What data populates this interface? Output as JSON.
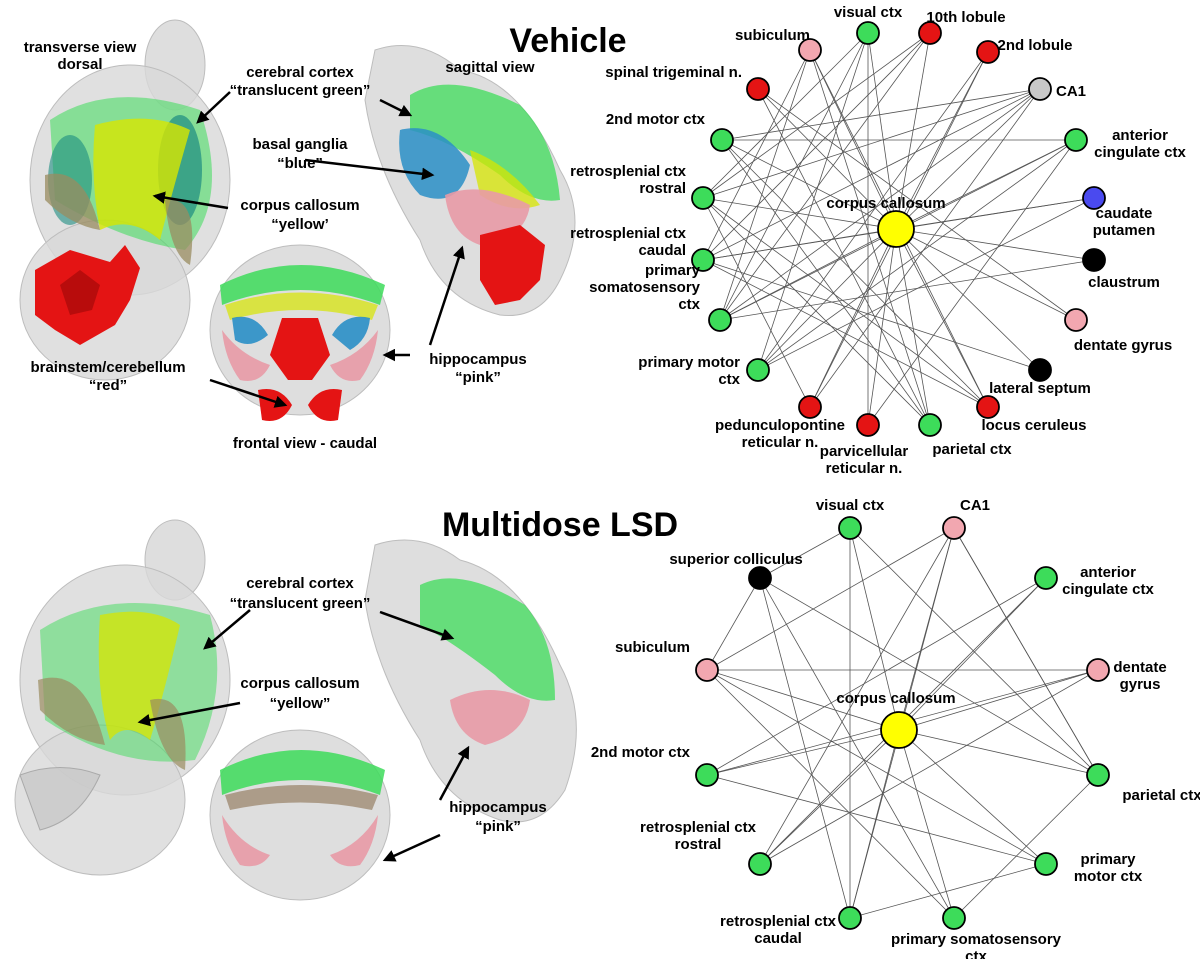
{
  "colors": {
    "cortex": "#3ddc5a",
    "corpus": "#ffff00",
    "hippocampus": "#f2a7b0",
    "brainstem": "#e41414",
    "basal": "#4a4aef",
    "grey": "#c8c8c8",
    "black": "#000000"
  },
  "vehicle": {
    "title": "Vehicle",
    "views": {
      "transverse_line1": "transverse view",
      "transverse_line2": "dorsal",
      "sagittal": "sagittal view",
      "frontal": "frontal view - caudal"
    },
    "annotations": {
      "cortex_line1": "cerebral cortex",
      "cortex_line2": "“translucent green”",
      "basal_line1": "basal ganglia",
      "basal_line2": "“blue”",
      "corpus_line1": "corpus callosum",
      "corpus_line2": "“yellow’",
      "brainstem_line1": "brainstem/cerebellum",
      "brainstem_line2": "“red”",
      "hippocampus_line1": "hippocampus",
      "hippocampus_line2": "“pink”"
    },
    "network": {
      "nodes": [
        {
          "id": "subiculum",
          "label": [
            "subiculum"
          ],
          "color": "hippocampus"
        },
        {
          "id": "visual",
          "label": [
            "visual ctx"
          ],
          "color": "cortex"
        },
        {
          "id": "lob10",
          "label": [
            "10th lobule"
          ],
          "color": "brainstem"
        },
        {
          "id": "lob2",
          "label": [
            "2nd lobule"
          ],
          "color": "brainstem"
        },
        {
          "id": "ca1",
          "label": [
            "CA1"
          ],
          "color": "grey"
        },
        {
          "id": "spinal",
          "label": [
            "spinal trigeminal n."
          ],
          "color": "brainstem"
        },
        {
          "id": "motor2",
          "label": [
            "2nd motor ctx"
          ],
          "color": "cortex"
        },
        {
          "id": "acc",
          "label": [
            "anterior",
            "cingulate ctx"
          ],
          "color": "cortex"
        },
        {
          "id": "rsr",
          "label": [
            "retrosplenial ctx",
            "rostral"
          ],
          "color": "cortex"
        },
        {
          "id": "cc",
          "label": [
            "corpus callosum"
          ],
          "color": "corpus"
        },
        {
          "id": "caudate",
          "label": [
            "caudate",
            "putamen"
          ],
          "color": "basal"
        },
        {
          "id": "rsc",
          "label": [
            "retrosplenial ctx",
            "caudal"
          ],
          "color": "cortex"
        },
        {
          "id": "claustrum",
          "label": [
            "claustrum"
          ],
          "color": "black"
        },
        {
          "id": "pss",
          "label": [
            "primary",
            "somatosensory",
            "ctx"
          ],
          "color": "cortex"
        },
        {
          "id": "dentate",
          "label": [
            "dentate gyrus"
          ],
          "color": "hippocampus"
        },
        {
          "id": "pmotor",
          "label": [
            "primary motor",
            "ctx"
          ],
          "color": "cortex"
        },
        {
          "id": "septum",
          "label": [
            "lateral septum"
          ],
          "color": "black"
        },
        {
          "id": "ppn",
          "label": [
            "pedunculopontine",
            "reticular n."
          ],
          "color": "brainstem"
        },
        {
          "id": "parvi",
          "label": [
            "parvicellular",
            "reticular n."
          ],
          "color": "brainstem"
        },
        {
          "id": "parietal",
          "label": [
            "parietal ctx"
          ],
          "color": "cortex"
        },
        {
          "id": "lc",
          "label": [
            "locus ceruleus"
          ],
          "color": "brainstem"
        }
      ]
    }
  },
  "lsd": {
    "title": "Multidose LSD",
    "annotations": {
      "cortex_line1": "cerebral cortex",
      "cortex_line2": "“translucent green”",
      "corpus_line1": "corpus callosum",
      "corpus_line2": "“yellow”",
      "hippocampus_line1": "hippocampus",
      "hippocampus_line2": "“pink”"
    },
    "network": {
      "nodes": [
        {
          "id": "visual",
          "label": [
            "visual ctx"
          ],
          "color": "cortex"
        },
        {
          "id": "ca1",
          "label": [
            "CA1"
          ],
          "color": "hippocampus"
        },
        {
          "id": "sc",
          "label": [
            "superior colliculus"
          ],
          "color": "black"
        },
        {
          "id": "acc",
          "label": [
            "anterior",
            "cingulate ctx"
          ],
          "color": "cortex"
        },
        {
          "id": "subiculum",
          "label": [
            "subiculum"
          ],
          "color": "hippocampus"
        },
        {
          "id": "dentate",
          "label": [
            "dentate",
            "gyrus"
          ],
          "color": "hippocampus"
        },
        {
          "id": "cc",
          "label": [
            "corpus callosum"
          ],
          "color": "corpus"
        },
        {
          "id": "motor2",
          "label": [
            "2nd motor ctx"
          ],
          "color": "cortex"
        },
        {
          "id": "parietal",
          "label": [
            "parietal ctx"
          ],
          "color": "cortex"
        },
        {
          "id": "rsr",
          "label": [
            "retrosplenial ctx",
            "rostral"
          ],
          "color": "cortex"
        },
        {
          "id": "pmotor",
          "label": [
            "primary",
            "motor ctx"
          ],
          "color": "cortex"
        },
        {
          "id": "rsc",
          "label": [
            "retrosplenial ctx",
            "caudal"
          ],
          "color": "cortex"
        },
        {
          "id": "pss",
          "label": [
            "primary somatosensory",
            "ctx"
          ],
          "color": "cortex"
        }
      ]
    }
  }
}
